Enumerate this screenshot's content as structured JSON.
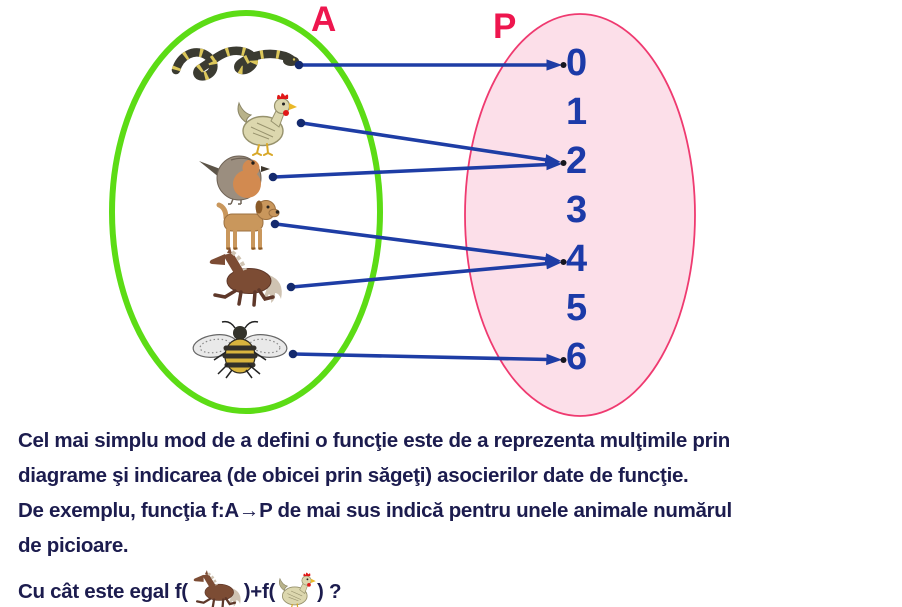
{
  "diagram": {
    "domain_label": "A",
    "codomain_label": "P",
    "domain_items": [
      {
        "name": "snake",
        "icon": "snake-icon",
        "maps_to": "0"
      },
      {
        "name": "hen",
        "icon": "hen-icon",
        "maps_to": "2"
      },
      {
        "name": "bird",
        "icon": "bird-icon",
        "maps_to": "2"
      },
      {
        "name": "dog",
        "icon": "dog-icon",
        "maps_to": "4"
      },
      {
        "name": "horse",
        "icon": "horse-icon",
        "maps_to": "4"
      },
      {
        "name": "bee",
        "icon": "bee-icon",
        "maps_to": "6"
      }
    ],
    "codomain_values": [
      "0",
      "1",
      "2",
      "3",
      "4",
      "5",
      "6"
    ],
    "colors": {
      "set_a_stroke": "#5cdc15",
      "set_p_fill": "#fcdfe9",
      "set_p_stroke": "#ef3a70",
      "arrow_blue": "#1e3da5",
      "number_blue": "#1c3aa8",
      "label_red": "#ee164e",
      "body_text_navy": "#1c1c4e"
    }
  },
  "text": {
    "line1": "Cel mai simplu mod de a defini o funcţie este de a reprezenta mulţimile prin",
    "line2": "diagrame şi indicarea (de obicei prin săgeţi) asocierilor date de funcţie.",
    "line3": "De exemplu, funcţia f:A→P de mai sus indică pentru unele animale numărul",
    "line4": "de picioare.",
    "line5_prefix": "Cu cât este egal f(",
    "line5_mid": ")+f(",
    "line5_suffix": ") ?"
  }
}
